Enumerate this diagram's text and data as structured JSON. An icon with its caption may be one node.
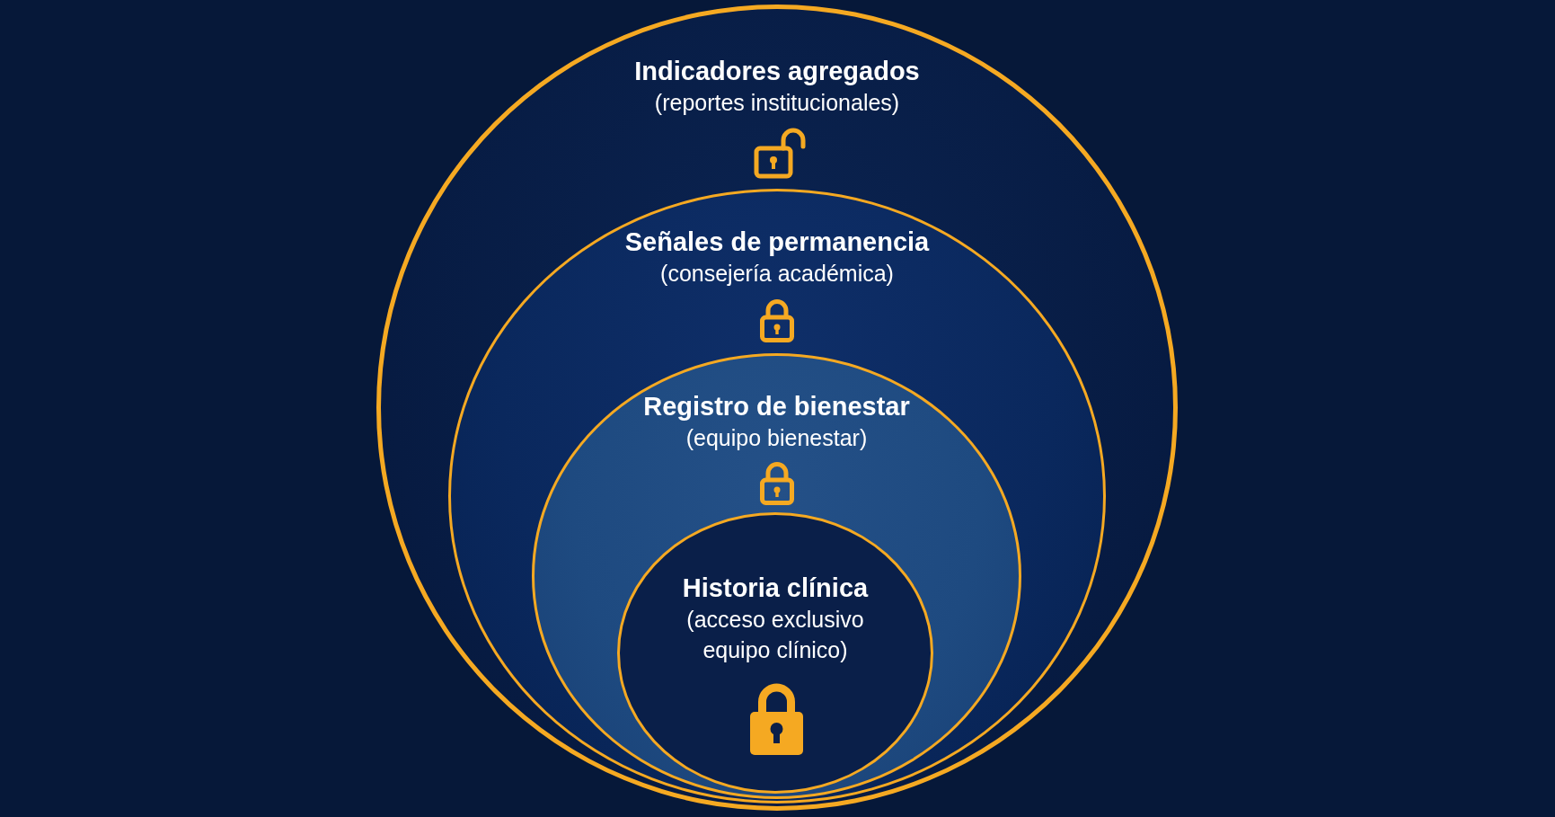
{
  "diagram": {
    "nodes": [
      {
        "text": [
          "Indicadores agregados",
          "(reportes institucionales)"
        ]
      },
      {
        "text": [
          "Señales de permanencia",
          "(consejería académica)"
        ],
        "in": 0
      },
      {
        "text": [
          "Registro de bienestar",
          "(equipo bienestar)"
        ],
        "in": 1
      },
      {
        "text": [
          "Historia clínica",
          "(acceso exclusivo equipo clínico)"
        ],
        "in": 2
      }
    ]
  }
}
